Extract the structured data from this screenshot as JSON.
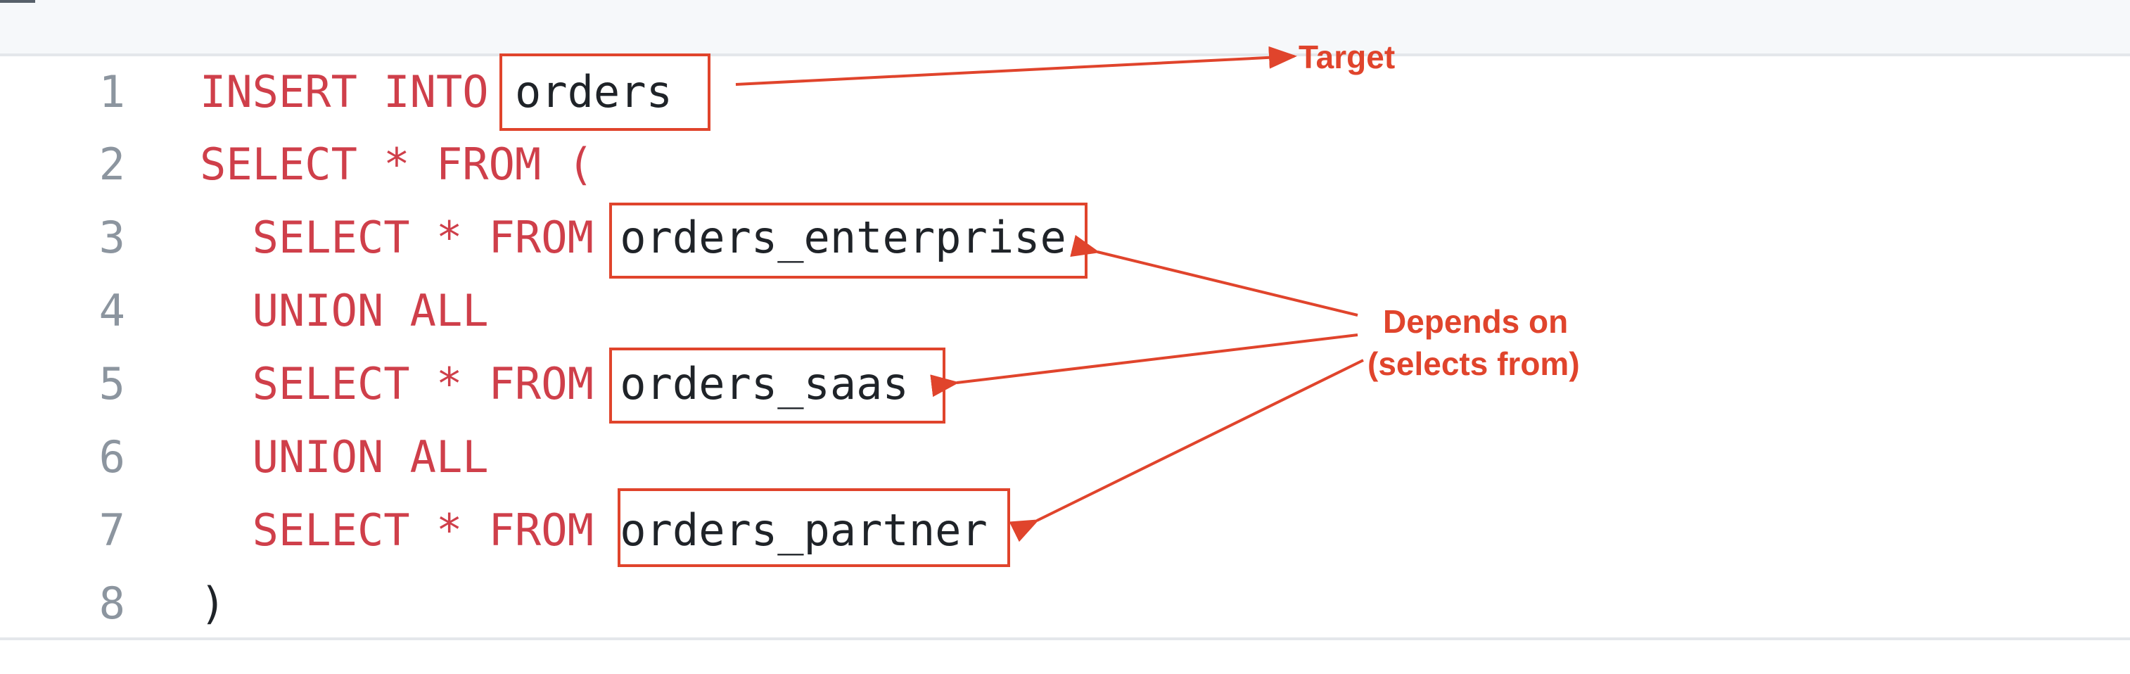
{
  "editor": {
    "lines": [
      {
        "num": "1",
        "tokens": [
          {
            "t": "INSERT INTO ",
            "k": "kw"
          },
          {
            "t": "orders",
            "k": "id"
          }
        ]
      },
      {
        "num": "2",
        "tokens": [
          {
            "t": "SELECT * FROM (",
            "k": "kw"
          }
        ]
      },
      {
        "num": "3",
        "tokens": [
          {
            "t": "  SELECT * FROM ",
            "k": "kw"
          },
          {
            "t": "orders_enterprise",
            "k": "id"
          }
        ]
      },
      {
        "num": "4",
        "tokens": [
          {
            "t": "  UNION ALL",
            "k": "kw"
          }
        ]
      },
      {
        "num": "5",
        "tokens": [
          {
            "t": "  SELECT * FROM ",
            "k": "kw"
          },
          {
            "t": "orders_saas",
            "k": "id"
          }
        ]
      },
      {
        "num": "6",
        "tokens": [
          {
            "t": "  UNION ALL",
            "k": "kw"
          }
        ]
      },
      {
        "num": "7",
        "tokens": [
          {
            "t": "  SELECT * FROM ",
            "k": "kw"
          },
          {
            "t": "orders_partner",
            "k": "id"
          }
        ]
      },
      {
        "num": "8",
        "tokens": [
          {
            "t": ")",
            "k": "id"
          }
        ]
      }
    ]
  },
  "annotations": {
    "target_label": "Target",
    "depends_label_line1": "Depends on",
    "depends_label_line2": "(selects from)",
    "color": "#e0442c"
  },
  "colors": {
    "keyword": "#cf3f4a",
    "identifier": "#1f2328",
    "line_number": "#8c959f",
    "toolbar_bg": "#f6f8fa"
  }
}
